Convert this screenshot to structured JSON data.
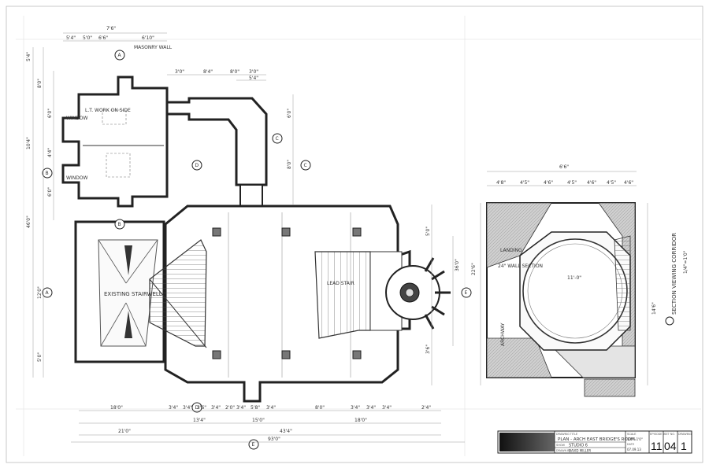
{
  "plan": {
    "rooms": {
      "existing_stairwell": "EXISTING STAIRWELL",
      "lead_stair": "LEAD STAIR",
      "window_left": "WINDOW",
      "window_left2": "WINDOW",
      "office_note": "L.T. WORK ON SIDE",
      "masonry_wall": "MASONRY WALL"
    },
    "dims_top": [
      "7'6\"",
      "5'4\"",
      "5'0\"",
      "6'6\"",
      "6'10\"",
      "3'0\"",
      "8'4\"",
      "8'0\"",
      "3'0\"",
      "5'4\""
    ],
    "dims_bottom": [
      "18'0\"",
      "3'4\"",
      "3'4\"",
      "3'6\"",
      "3'4\"",
      "2'0\"",
      "3'4\"",
      "5'8\"",
      "3'4\"",
      "8'0\"",
      "3'4\"",
      "3'4\"",
      "3'4\"",
      "2'4\""
    ],
    "dims_bottom2": [
      "21'0\"",
      "43'4\"",
      "18'0\"",
      "13'4\"",
      "15'0\""
    ],
    "dims_overall": "93'0\"",
    "dims_left": [
      "5'4\"",
      "8'0\"",
      "10'4\"",
      "6'0\"",
      "4'4\"",
      "6'0\"",
      "46'0\"",
      "12'0\"",
      "5'0\""
    ],
    "dims_right": [
      "6'0\"",
      "8'0\"",
      "36'0\"",
      "5'0\"",
      "3'6\""
    ],
    "markers": [
      "A",
      "B",
      "B",
      "A",
      "C",
      "C",
      "D",
      "D",
      "E",
      "E"
    ]
  },
  "section": {
    "title": "SECTION VIEWING CORRIDOR",
    "scale": "1/4\"=1'0\"",
    "notes": [
      "LANDING",
      "24\" WALL SECTION",
      "ARCHWAY",
      "11'-0\"",
      "22'6\""
    ],
    "dims": [
      "6'6\"",
      "4'8\"",
      "4'5\"",
      "4'6\"",
      "4'5\"",
      "4'6\"",
      "4'5\"",
      "4'6\"",
      "14'6\""
    ]
  },
  "title_block": {
    "drawing_title_label": "DRAWING TITLE",
    "drawing_title": "PLAN - ARCH EAST BRIDGE'S ROOM",
    "show_label": "SHOW",
    "show": "STUDIO 6",
    "drawn_label": "DRAWN BY",
    "drawn": "DAVID MILLER",
    "scale_label": "SCALE",
    "scale": "1/4\"=1'0\"",
    "date_label": "DATE",
    "date": "07.09.13",
    "episode_label": "EPISODE #",
    "episode": "11",
    "set_label": "SET NO.",
    "set": "04",
    "sheet_label": "DRAWING",
    "sheet": "1"
  }
}
